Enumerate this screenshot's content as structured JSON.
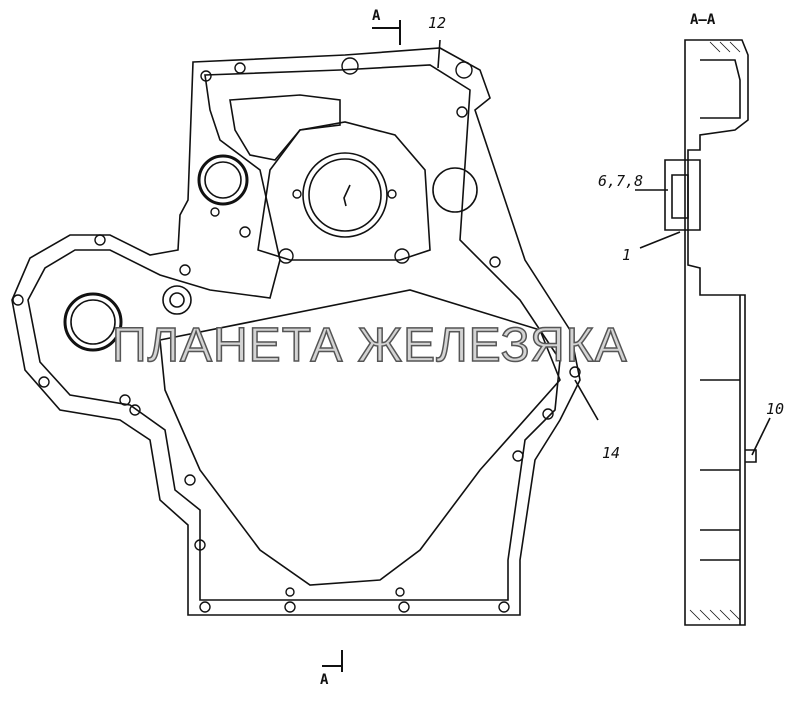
{
  "drawing": {
    "section_mark_top": "A",
    "section_mark_bottom": "A",
    "section_title": "A–A",
    "callouts": {
      "c12": "12",
      "c678": "6,7,8",
      "c1": "1",
      "c10": "10",
      "c14": "14"
    },
    "watermark": "ПЛАНЕТА ЖЕЛЕЗЯКА"
  }
}
